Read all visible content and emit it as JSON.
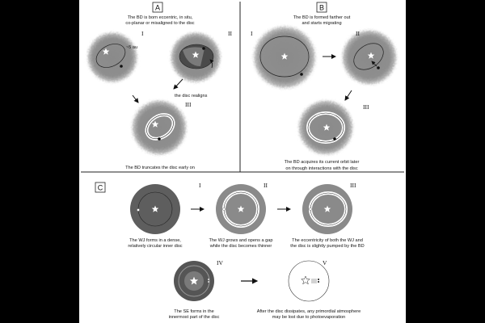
{
  "panel_a": {
    "label": "A",
    "caption_top_1": "The BD is born eccentric, in situ,",
    "caption_top_2": "co-planar or misaligned to the disc",
    "stage_1": "I",
    "stage_2": "II",
    "stage_3": "III",
    "au_label": "~5 au",
    "realign_label": "the disc realigns",
    "caption_bottom": "The BD truncates the disc early on"
  },
  "panel_b": {
    "label": "B",
    "caption_top_1": "The BD is formed farther out",
    "caption_top_2": "and starts migrating",
    "stage_1": "I",
    "stage_2": "II",
    "stage_3": "III",
    "caption_bottom_1": "The BD acquires its current orbit later",
    "caption_bottom_2": "on through interactions with the disc"
  },
  "panel_c": {
    "label": "C",
    "stage_1": "I",
    "stage_2": "II",
    "stage_3": "III",
    "stage_4": "IV",
    "stage_5": "V",
    "caption_1_a": "The WJ forms in a dense,",
    "caption_1_b": "relatively circular inner disc",
    "caption_2_a": "The WJ grows and opens a gap",
    "caption_2_b": "while the disc becomes thinner",
    "caption_3_a": "The eccentricity of both the WJ and",
    "caption_3_b": "the disc is slightly pumped by the BD",
    "caption_4_a": "The SE forms in the",
    "caption_4_b": "innermost part of the disc",
    "caption_5_a": "After the disc dissipates, any primordial atmosphere",
    "caption_5_b": "may be lost due to photoevaporation"
  }
}
